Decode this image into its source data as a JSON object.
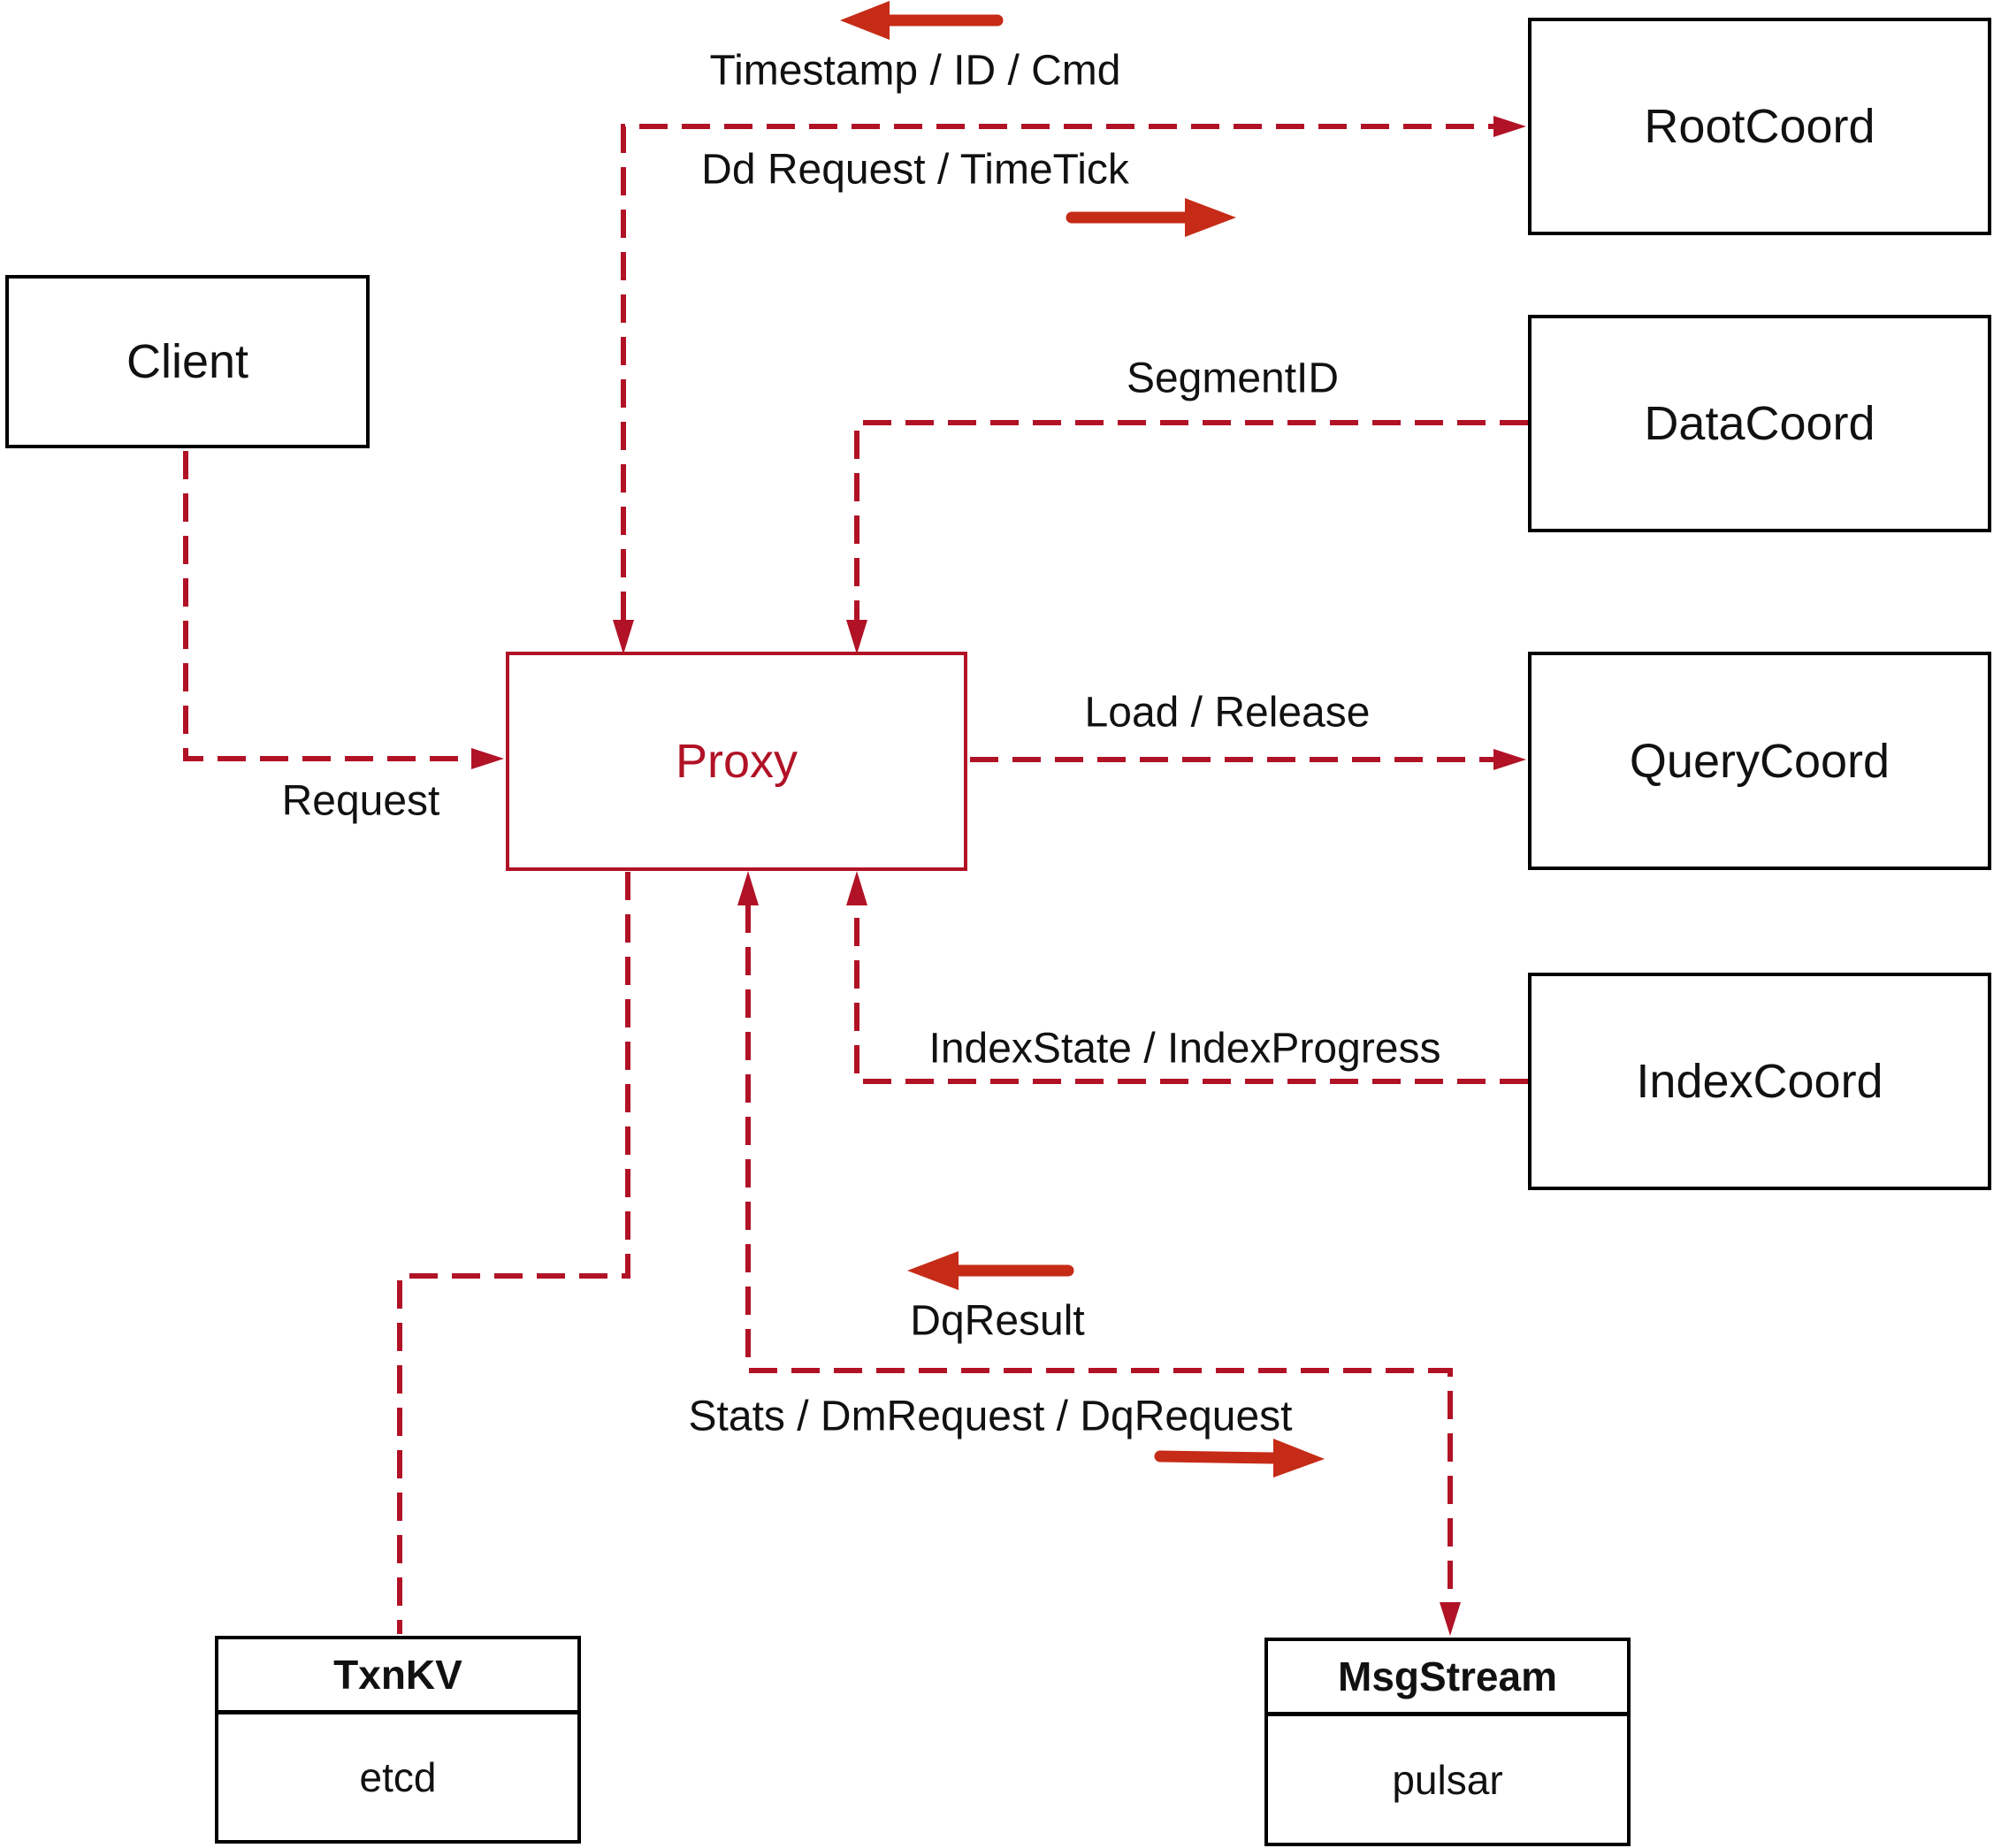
{
  "diagram_type": "architecture-flow",
  "nodes": {
    "client": {
      "label": "Client"
    },
    "proxy": {
      "label": "Proxy"
    },
    "root_coord": {
      "label": "RootCoord"
    },
    "data_coord": {
      "label": "DataCoord"
    },
    "query_coord": {
      "label": "QueryCoord"
    },
    "index_coord": {
      "label": "IndexCoord"
    },
    "txn_kv": {
      "title": "TxnKV",
      "impl": "etcd"
    },
    "msg_stream": {
      "title": "MsgStream",
      "impl": "pulsar"
    }
  },
  "edge_labels": {
    "timestamp_id_cmd": "Timestamp / ID / Cmd",
    "dd_request_timetick": "Dd Request / TimeTick",
    "segment_id": "SegmentID",
    "load_release": "Load / Release",
    "index_state_progress": "IndexState / IndexProgress",
    "request": "Request",
    "dq_result": "DqResult",
    "stats_dm_dq": "Stats / DmRequest / DqRequest"
  },
  "edges": [
    {
      "from": "Proxy",
      "to": "RootCoord",
      "style": "dashed",
      "bidirectional": true,
      "labels": [
        "Timestamp / ID / Cmd",
        "Dd Request / TimeTick"
      ]
    },
    {
      "from": "DataCoord",
      "to": "Proxy",
      "style": "dashed",
      "bidirectional": false,
      "labels": [
        "SegmentID"
      ]
    },
    {
      "from": "Client",
      "to": "Proxy",
      "style": "dashed",
      "bidirectional": false,
      "labels": [
        "Request"
      ]
    },
    {
      "from": "Proxy",
      "to": "QueryCoord",
      "style": "dashed",
      "bidirectional": false,
      "labels": [
        "Load / Release"
      ]
    },
    {
      "from": "IndexCoord",
      "to": "Proxy",
      "style": "dashed",
      "bidirectional": false,
      "labels": [
        "IndexState / IndexProgress"
      ]
    },
    {
      "from": "Proxy",
      "to": "TxnKV",
      "style": "dashed",
      "bidirectional": false,
      "labels": []
    },
    {
      "from": "Proxy",
      "to": "MsgStream",
      "style": "dashed",
      "bidirectional": true,
      "labels": [
        "DqResult",
        "Stats / DmRequest / DqRequest"
      ]
    }
  ],
  "colors": {
    "background": "#ffffff",
    "connector": "#b11226",
    "direction_arrow": "#c62b17",
    "node_border": "#000000",
    "proxy_accent": "#b11226",
    "text": "#111111"
  }
}
